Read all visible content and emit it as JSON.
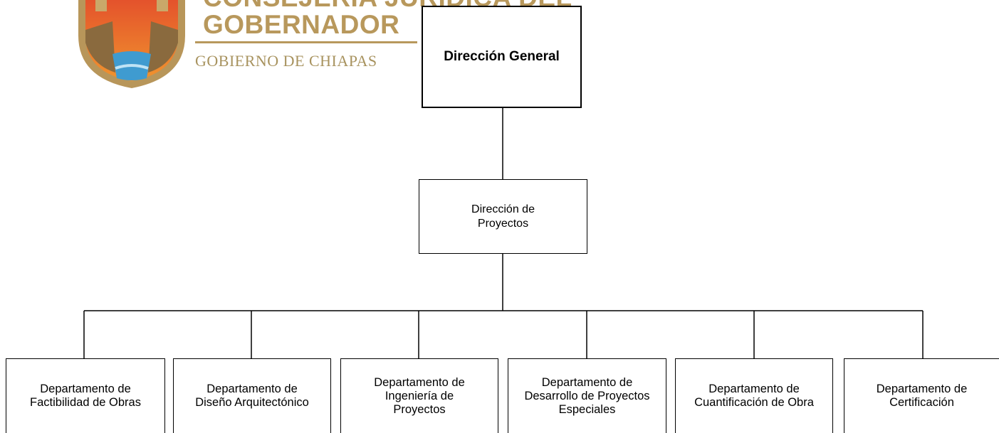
{
  "logo": {
    "line1": "CONSEJERÍA JURÍDICA DEL",
    "line2": "GOBERNADOR",
    "subtitle": "GOBIERNO DE CHIAPAS"
  },
  "org_chart": {
    "root": "Dirección General",
    "child": "Dirección de Proyectos",
    "departments": [
      "Departamento de Factibilidad de Obras",
      "Departamento de Diseño Arquitectónico",
      "Departamento de Ingeniería de Proyectos",
      "Departamento de Desarrollo de Proyectos Especiales",
      "Departamento de Cuantificación de Obra",
      "Departamento de Certificación"
    ]
  }
}
